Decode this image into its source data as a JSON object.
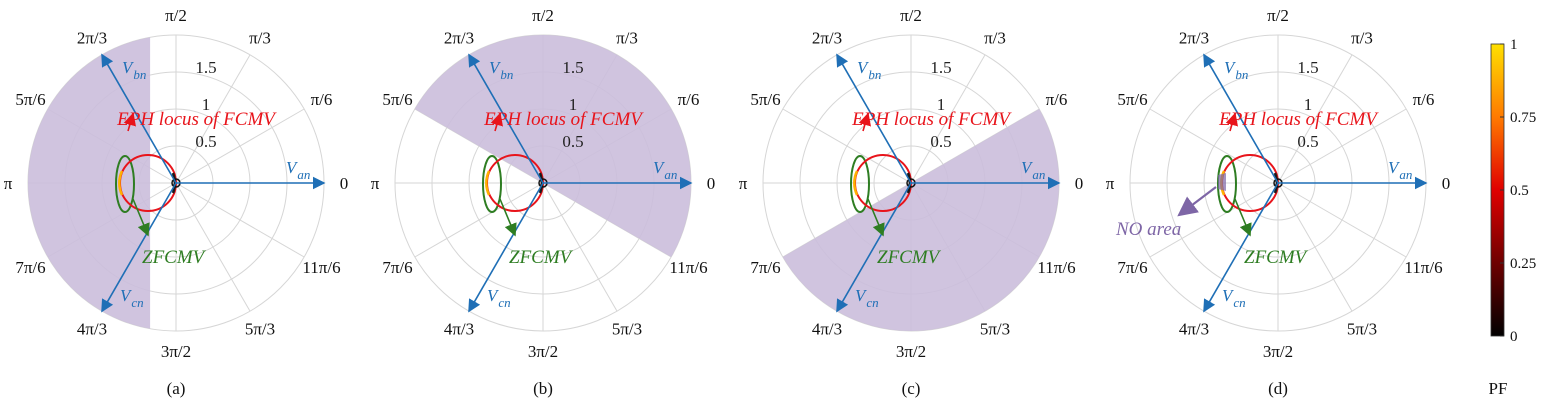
{
  "chart_data": {
    "type": "polar",
    "angle_ticks": [
      "0",
      "π/6",
      "π/3",
      "π/2",
      "2π/3",
      "5π/6",
      "π",
      "7π/6",
      "4π/3",
      "3π/2",
      "5π/3",
      "11π/6"
    ],
    "radial_ticks": [
      "0.5",
      "1",
      "1.5"
    ],
    "rlim": [
      0,
      2
    ],
    "grid": true,
    "phasors": [
      {
        "name": "V",
        "sub": "an",
        "angle_deg": 0,
        "magnitude": 2
      },
      {
        "name": "V",
        "sub": "bn",
        "angle_deg": 120,
        "magnitude": 2
      },
      {
        "name": "V",
        "sub": "cn",
        "angle_deg": 240,
        "magnitude": 2
      }
    ],
    "loci": {
      "eph": {
        "label": "EPH locus of FCMV",
        "color": "#e8141b"
      },
      "zf": {
        "label": "ZFCMV",
        "color": "#2e7d22"
      }
    },
    "no_area_label": "NO area",
    "panels": [
      {
        "caption": "(a)",
        "shade": {
          "type": "halfplane",
          "x_max": -0.35
        }
      },
      {
        "caption": "(b)",
        "shade": {
          "type": "sector",
          "from_deg": -30,
          "to_deg": 150
        }
      },
      {
        "caption": "(c)",
        "shade": {
          "type": "sector",
          "from_deg": -150,
          "to_deg": 30
        }
      },
      {
        "caption": "(d)",
        "shade": {
          "type": "none"
        },
        "no_area": true
      }
    ],
    "colorbar": {
      "label": "PF",
      "ticks": [
        "0",
        "0.25",
        "0.5",
        "0.75",
        "1"
      ],
      "range": [
        0,
        1
      ],
      "colors": [
        "#000000",
        "#6e0000",
        "#e00000",
        "#ff7a00",
        "#ffe000"
      ]
    },
    "colors": {
      "shade": "#cbbedc",
      "phasor": "#1f6fb6",
      "no_area": "#7e66a6",
      "grid": "#d6d6d6"
    }
  }
}
